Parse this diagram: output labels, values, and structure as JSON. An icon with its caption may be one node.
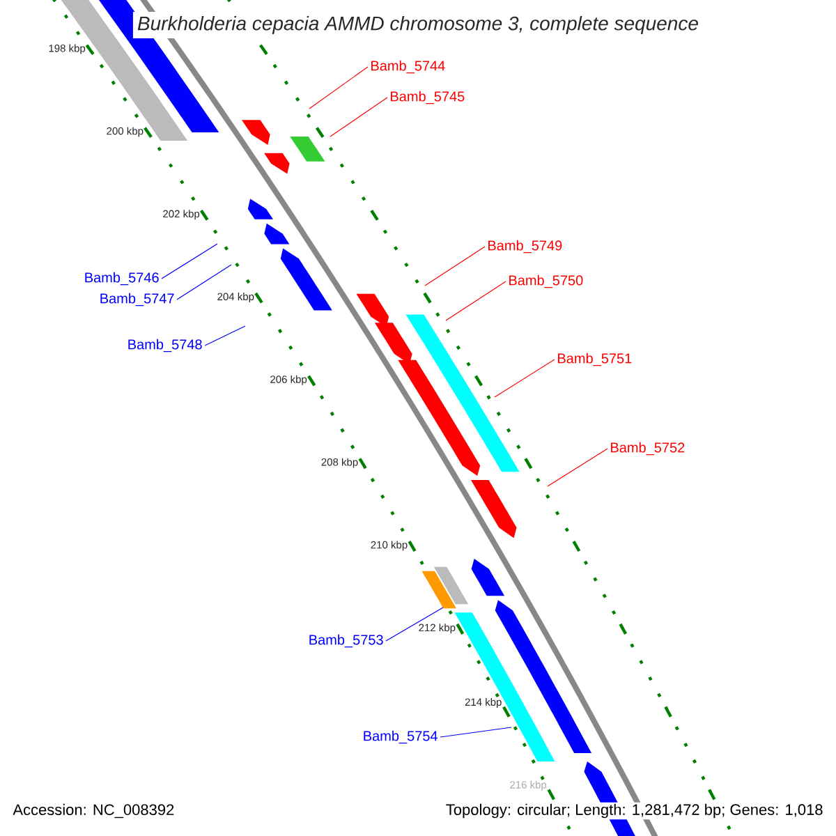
{
  "diagram": {
    "title": "Burkholderia cepacia AMMD chromosome 3, complete sequence",
    "nodes": [
      {
        "text": [
          "Bamb_5744"
        ]
      },
      {
        "text": [
          "Bamb_5745"
        ]
      },
      {
        "text": [
          "Bamb_5749"
        ]
      },
      {
        "text": [
          "Bamb_5746"
        ]
      },
      {
        "text": [
          "Bamb_5750"
        ]
      },
      {
        "text": [
          "Bamb_5747"
        ]
      },
      {
        "text": [
          "Bamb_5748"
        ]
      },
      {
        "text": [
          "Bamb_5751"
        ]
      },
      {
        "text": [
          "Bamb_5752"
        ]
      },
      {
        "text": [
          "Bamb_5753"
        ]
      },
      {
        "text": [
          "Bamb_5754"
        ]
      }
    ],
    "edges": [
      {
        "from": 0,
        "to": null,
        "arrow": "none"
      },
      {
        "from": 1,
        "to": null,
        "arrow": "none"
      },
      {
        "from": 2,
        "to": null,
        "arrow": "none"
      },
      {
        "from": 3,
        "to": null,
        "arrow": "none",
        "color": "#0000ff"
      },
      {
        "from": 4,
        "to": null,
        "arrow": "none"
      },
      {
        "from": 5,
        "to": null,
        "arrow": "none",
        "color": "#0000ff"
      },
      {
        "from": 6,
        "to": null,
        "arrow": "none",
        "color": "#0000ff"
      },
      {
        "from": 7,
        "to": null,
        "arrow": "none"
      },
      {
        "from": 8,
        "to": null,
        "arrow": "none"
      },
      {
        "from": 9,
        "to": null,
        "arrow": "none",
        "color": "#0000ff"
      },
      {
        "from": 10,
        "to": null,
        "arrow": "none",
        "color": "#0000ff"
      }
    ],
    "labels": [
      "198 kbp",
      "200 kbp",
      "202 kbp",
      "204 kbp",
      "206 kbp",
      "208 kbp",
      "210 kbp",
      "212 kbp",
      "214 kbp",
      "216 kbp",
      "Accession: NC_008392",
      "Topology: circular; Length: 1,281,472 bp; Genes: 1,018"
    ]
  }
}
